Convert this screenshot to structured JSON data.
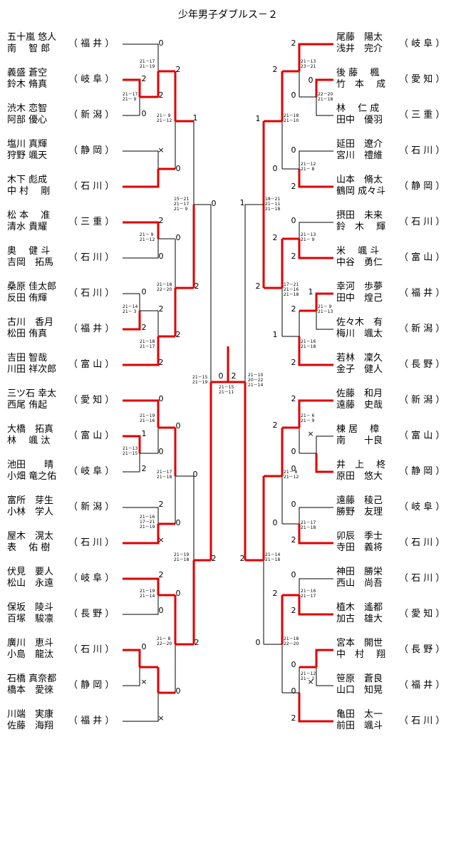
{
  "title": "少年男子ダブルス－２",
  "left_teams": [
    {
      "names": [
        "五十嵐 悠人",
        "南　 智 郎"
      ],
      "pref": "（ 福 井 ）"
    },
    {
      "names": [
        "義盛 蒼空",
        "鈴木 脩真"
      ],
      "pref": "（ 岐 阜 ）"
    },
    {
      "names": [
        "渋木 恋智",
        "阿部 優心"
      ],
      "pref": "（ 新 潟 ）"
    },
    {
      "names": [
        "塩川 真輝",
        "狩野 颯天"
      ],
      "pref": "（ 静 岡 ）"
    },
    {
      "names": [
        "木下 彪成",
        "中 村　 剛"
      ],
      "pref": "（ 石 川 ）"
    },
    {
      "names": [
        "松 本　 准",
        "清水 貴耀"
      ],
      "pref": "（ 三 重 ）"
    },
    {
      "names": [
        "奥　 健 斗",
        "吉岡　拓馬"
      ],
      "pref": "（ 石 川 ）"
    },
    {
      "names": [
        "桑原 佳太郎",
        "反田 侑輝"
      ],
      "pref": "（ 石 川 ）"
    },
    {
      "names": [
        "古川　香月",
        "松田 侑真"
      ],
      "pref": "（ 福 井 ）"
    },
    {
      "names": [
        "吉田 智哉",
        "川田 祥次郎"
      ],
      "pref": "（ 富 山 ）"
    },
    {
      "names": [
        "三ツ石 幸太",
        "西尾 侑起"
      ],
      "pref": "（ 愛 知 ）"
    },
    {
      "names": [
        "大橋　拓真",
        "林　 颯 汰"
      ],
      "pref": "（ 富 山 ）"
    },
    {
      "names": [
        "池田　　晴",
        "小畑 竜之佑"
      ],
      "pref": "（ 岐 阜 ）"
    },
    {
      "names": [
        "富所　芽生",
        "小林　学人"
      ],
      "pref": "（ 新 潟 ）"
    },
    {
      "names": [
        "屋木　滉太",
        "表　 佑 樹"
      ],
      "pref": "（ 石 川 ）"
    },
    {
      "names": [
        "伏見　要人",
        "松山　永遠"
      ],
      "pref": "（ 岐 阜 ）"
    },
    {
      "names": [
        "保坂　陵斗",
        "百塚　駿凛"
      ],
      "pref": "（ 長 野 ）"
    },
    {
      "names": [
        "廣川　恵斗",
        "小島　龍汰"
      ],
      "pref": "（ 石 川 ）"
    },
    {
      "names": [
        "石橋 真奈都",
        "橋本　愛徠"
      ],
      "pref": "（ 静 岡 ）"
    },
    {
      "names": [
        "川端　実康",
        "佐藤　海翔"
      ],
      "pref": "（ 福 井 ）"
    }
  ],
  "right_teams": [
    {
      "names": [
        "尾藤　陽太",
        "浅井　完介"
      ],
      "pref": "（ 岐 阜 ）"
    },
    {
      "names": [
        "後 藤　 楓",
        "竹　本　 成"
      ],
      "pref": "（ 愛 知 ）"
    },
    {
      "names": [
        "林　 仁 成",
        "田中　優羽"
      ],
      "pref": "（ 三 重 ）"
    },
    {
      "names": [
        "延田　遼介",
        "宮川　禮維"
      ],
      "pref": "（ 石 川 ）"
    },
    {
      "names": [
        "山本　脩太",
        "鶴岡 成々斗"
      ],
      "pref": "（ 静 岡 ）"
    },
    {
      "names": [
        "摂田　未来",
        "鈴　木　 輝"
      ],
      "pref": "（ 石 川 ）"
    },
    {
      "names": [
        "米　 颯 斗",
        "中谷　勇仁"
      ],
      "pref": "（ 富 山 ）"
    },
    {
      "names": [
        "幸河　歩夢",
        "田中　煌己"
      ],
      "pref": "（ 福 井 ）"
    },
    {
      "names": [
        "佐々木　有",
        "梅川　颯太"
      ],
      "pref": "（ 新 潟 ）"
    },
    {
      "names": [
        "若林　凜久",
        "金子　健人"
      ],
      "pref": "（ 長 野 ）"
    },
    {
      "names": [
        "佐藤　和月",
        "遠藤　史哉"
      ],
      "pref": "（ 新 潟 ）"
    },
    {
      "names": [
        "棟 居　 樟",
        "南　　十良"
      ],
      "pref": "（ 富 山 ）"
    },
    {
      "names": [
        "井　上　 柊",
        "原田　悠大"
      ],
      "pref": "（ 静 岡 ）"
    },
    {
      "names": [
        "遠藤　稜己",
        "勝野　友理"
      ],
      "pref": "（ 岐 阜 ）"
    },
    {
      "names": [
        "卯辰　季士",
        "寺田　義将"
      ],
      "pref": "（ 石 川 ）"
    },
    {
      "names": [
        "神田　勝栄",
        "西山　尚吾"
      ],
      "pref": "（ 石 川 ）"
    },
    {
      "names": [
        "植木　遙都",
        "加古　雄大"
      ],
      "pref": "（ 愛 知 ）"
    },
    {
      "names": [
        "宮本　開世",
        "中　村　 翔"
      ],
      "pref": "（ 長 野 ）"
    },
    {
      "names": [
        "笹原　蒼良",
        "山口　知晃"
      ],
      "pref": "（ 福 井 ）"
    },
    {
      "names": [
        "亀田　太一",
        "前田　颯斗"
      ],
      "pref": "（ 石 川 ）"
    }
  ],
  "game_scores": {
    "l1": "0",
    "l2": "2",
    "l2b": "2",
    "l3": "0",
    "l4": "×",
    "l5": "0",
    "l6": "2",
    "l7": "0",
    "l8": "0",
    "l8b": "0",
    "l9": "2",
    "l10": "2",
    "l11": "2",
    "l12": "2",
    "l12b": "0",
    "l13": "0",
    "l14": "1",
    "l15": "0",
    "l16": "2",
    "l17": "2",
    "l18": "0",
    "l18b": "×",
    "l19": "0",
    "l20": "×",
    "q1": "2",
    "q2": "1",
    "q3": "0",
    "q4": "2",
    "q5": "2",
    "q6": "0",
    "q7": "0",
    "q8": "2",
    "s1": "0",
    "s2": "2",
    "s3": "0",
    "s4": "2",
    "r1": "2",
    "r2": "2",
    "r2b": "0",
    "r3": "0",
    "r4": "0",
    "r5": "2",
    "r6": "0",
    "r7": "2",
    "r8": "2",
    "r8b": "2",
    "r9": "1",
    "r10": "2",
    "r11": "2",
    "r12": "×",
    "r12b": "0",
    "r13": "2",
    "r14": "0",
    "r15": "2",
    "r16": "0",
    "r17": "2",
    "r18": "2",
    "r19": "0",
    "r19b": "×",
    "r20": "2",
    "rq1": "1",
    "rq2": "0",
    "rq3": "2",
    "rq4": "2",
    "rq5": "2",
    "rq6": "0",
    "rq7": "2",
    "rq8": "0",
    "rs1": "1",
    "rs2": "2",
    "rs3": "2",
    "rs4": "0",
    "f_left": "0",
    "f_right": "2"
  },
  "set_scores": {
    "l_a": [
      "21－17",
      "21－19"
    ],
    "l_b": [
      "21－17",
      "21－ 9"
    ],
    "l_c": [
      "21－ 9",
      "21－12"
    ],
    "l_d": [
      "21－ 9",
      "21－12"
    ],
    "l_e": [
      "21－14",
      "21－ 3"
    ],
    "l_f": [
      "21－18",
      "21－17"
    ],
    "l_g": [
      "21－18",
      "22－20"
    ],
    "l_h": [
      "15－21",
      "21－17",
      "21－ 9"
    ],
    "l_i": [
      "21－19",
      "21－16"
    ],
    "l_j": [
      "21－13",
      "21－15"
    ],
    "l_k": [
      "21－17",
      "21－18"
    ],
    "l_l": [
      "21－16",
      "17－21",
      "21－19"
    ],
    "l_m": [
      "21－19",
      "21－14"
    ],
    "l_n": [
      "21－ 8",
      "22－20"
    ],
    "l_o": [
      "21－19",
      "21－18"
    ],
    "l_p": [
      "21－15",
      "21－19"
    ],
    "c_a": [
      "21－15",
      "21－11"
    ],
    "c_b": [
      "21－10",
      "20－22",
      "21－14"
    ],
    "r_a": [
      "21－13",
      "23－21"
    ],
    "r_b": [
      "22－20",
      "21－18"
    ],
    "r_c": [
      "21－18",
      "21－10"
    ],
    "r_d": [
      "21－12",
      "21－ 8"
    ],
    "r_e": [
      "18－21",
      "21－11",
      "21－18"
    ],
    "r_f": [
      "21－13",
      "21－ 9"
    ],
    "r_g": [
      "17－21",
      "21－16",
      "21－18"
    ],
    "r_h": [
      "21－ 9",
      "21－13"
    ],
    "r_i": [
      "21－16",
      "21－18"
    ],
    "r_j": [
      "21－ 6",
      "21－ 9"
    ],
    "r_k": [
      "21－ 8",
      "21－12"
    ],
    "r_l": [
      "21－17",
      "21－18"
    ],
    "r_m": [
      "21－14",
      "21－18"
    ],
    "r_n": [
      "21－16",
      "21－17"
    ],
    "r_o": [
      "21－18",
      "22－20"
    ],
    "r_p": [
      "21－12",
      "21－ 2"
    ]
  },
  "colors": {
    "win": "#e00000",
    "line": "#000000"
  }
}
